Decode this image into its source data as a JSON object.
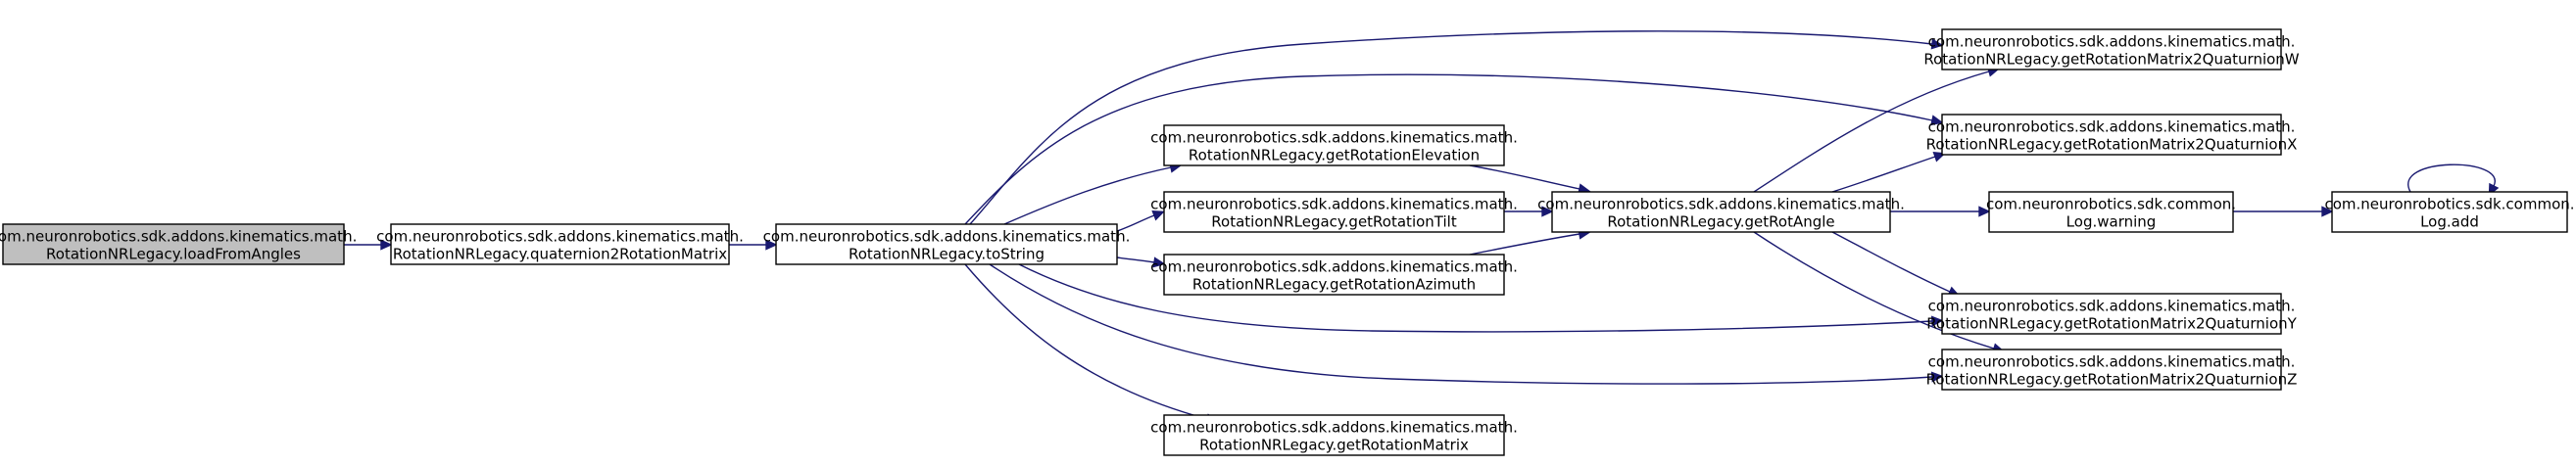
{
  "colors": {
    "edge": "#191970",
    "node_fill": "#ffffff",
    "highlight_fill": "#bfbfbf",
    "border": "#000000"
  },
  "nodes": [
    {
      "id": "loadFromAngles",
      "lines": [
        "com.neuronrobotics.sdk.addons.kinematics.math.",
        "RotationNRLegacy.loadFromAngles"
      ],
      "highlight": true
    },
    {
      "id": "quaternion2RotationMatrix",
      "lines": [
        "com.neuronrobotics.sdk.addons.kinematics.math.",
        "RotationNRLegacy.quaternion2RotationMatrix"
      ]
    },
    {
      "id": "toString",
      "lines": [
        "com.neuronrobotics.sdk.addons.kinematics.math.",
        "RotationNRLegacy.toString"
      ]
    },
    {
      "id": "getRotationElevation",
      "lines": [
        "com.neuronrobotics.sdk.addons.kinematics.math.",
        "RotationNRLegacy.getRotationElevation"
      ]
    },
    {
      "id": "getRotationTilt",
      "lines": [
        "com.neuronrobotics.sdk.addons.kinematics.math.",
        "RotationNRLegacy.getRotationTilt"
      ]
    },
    {
      "id": "getRotationAzimuth",
      "lines": [
        "com.neuronrobotics.sdk.addons.kinematics.math.",
        "RotationNRLegacy.getRotationAzimuth"
      ]
    },
    {
      "id": "getRotationMatrix",
      "lines": [
        "com.neuronrobotics.sdk.addons.kinematics.math.",
        "RotationNRLegacy.getRotationMatrix"
      ]
    },
    {
      "id": "getRotAngle",
      "lines": [
        "com.neuronrobotics.sdk.addons.kinematics.math.",
        "RotationNRLegacy.getRotAngle"
      ]
    },
    {
      "id": "getRotationMatrix2QuaturnionW",
      "lines": [
        "com.neuronrobotics.sdk.addons.kinematics.math.",
        "RotationNRLegacy.getRotationMatrix2QuaturnionW"
      ]
    },
    {
      "id": "getRotationMatrix2QuaturnionX",
      "lines": [
        "com.neuronrobotics.sdk.addons.kinematics.math.",
        "RotationNRLegacy.getRotationMatrix2QuaturnionX"
      ]
    },
    {
      "id": "getRotationMatrix2QuaturnionY",
      "lines": [
        "com.neuronrobotics.sdk.addons.kinematics.math.",
        "RotationNRLegacy.getRotationMatrix2QuaturnionY"
      ]
    },
    {
      "id": "getRotationMatrix2QuaturnionZ",
      "lines": [
        "com.neuronrobotics.sdk.addons.kinematics.math.",
        "RotationNRLegacy.getRotationMatrix2QuaturnionZ"
      ]
    },
    {
      "id": "warning",
      "lines": [
        "com.neuronrobotics.sdk.common.",
        "Log.warning"
      ]
    },
    {
      "id": "add",
      "lines": [
        "com.neuronrobotics.sdk.common.",
        "Log.add"
      ]
    }
  ],
  "edges": [
    {
      "from": "loadFromAngles",
      "to": "quaternion2RotationMatrix"
    },
    {
      "from": "quaternion2RotationMatrix",
      "to": "toString"
    },
    {
      "from": "toString",
      "to": "getRotationMatrix2QuaturnionW"
    },
    {
      "from": "toString",
      "to": "getRotationMatrix2QuaturnionX"
    },
    {
      "from": "toString",
      "to": "getRotationElevation"
    },
    {
      "from": "toString",
      "to": "getRotationTilt"
    },
    {
      "from": "toString",
      "to": "getRotationAzimuth"
    },
    {
      "from": "toString",
      "to": "getRotationMatrix2QuaturnionY"
    },
    {
      "from": "toString",
      "to": "getRotationMatrix2QuaturnionZ"
    },
    {
      "from": "toString",
      "to": "getRotationMatrix"
    },
    {
      "from": "getRotationElevation",
      "to": "getRotAngle"
    },
    {
      "from": "getRotationTilt",
      "to": "getRotAngle"
    },
    {
      "from": "getRotationAzimuth",
      "to": "getRotAngle"
    },
    {
      "from": "getRotAngle",
      "to": "getRotationMatrix2QuaturnionW"
    },
    {
      "from": "getRotAngle",
      "to": "getRotationMatrix2QuaturnionX"
    },
    {
      "from": "getRotAngle",
      "to": "warning"
    },
    {
      "from": "getRotAngle",
      "to": "getRotationMatrix2QuaturnionY"
    },
    {
      "from": "getRotAngle",
      "to": "getRotationMatrix2QuaturnionZ"
    },
    {
      "from": "warning",
      "to": "add"
    },
    {
      "from": "add",
      "to": "add"
    }
  ]
}
